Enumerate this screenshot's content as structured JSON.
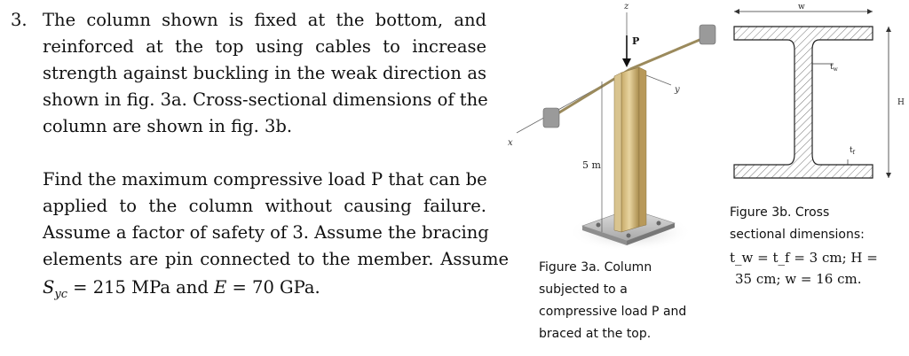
{
  "problem": {
    "number": "3.",
    "para1": [
      "The column shown is fixed at the bottom, and",
      "reinforced at the top using cables to increase",
      "strength against buckling in the weak direction as",
      "shown in fig. 3a. Cross-sectional dimensions of the",
      "column are shown in fig. 3b."
    ],
    "para2": [
      "Find the maximum compressive load P that can be",
      "applied to the column without causing failure.",
      "Assume a factor of safety of 3. Assume the bracing",
      "elements are pin connected to the member. Assume"
    ],
    "last_line": {
      "syc_symbol": "S",
      "syc_sub": "yc",
      "syc_value": " = 215 MPa",
      "and": " and ",
      "e_symbol": "E",
      "e_value": " = 70 GPa."
    }
  },
  "figure3a": {
    "label_z": "z",
    "label_y": "y",
    "label_x": "x",
    "label_p": "P",
    "label_length": "5 m",
    "caption": [
      "Figure 3a. Column",
      "subjected to a",
      "compressive load P and",
      "braced at the top."
    ]
  },
  "figure3b": {
    "label_w": "w",
    "label_tw": "t",
    "label_tw_sub": "w",
    "label_tf": "t",
    "label_tf_sub": "f",
    "label_h": "H",
    "caption": [
      "Figure 3b. Cross",
      "sectional dimensions:"
    ],
    "math_line1": "t_w = t_f = 3 cm; H =",
    "math_line2": "35 cm; w = 16 cm."
  }
}
